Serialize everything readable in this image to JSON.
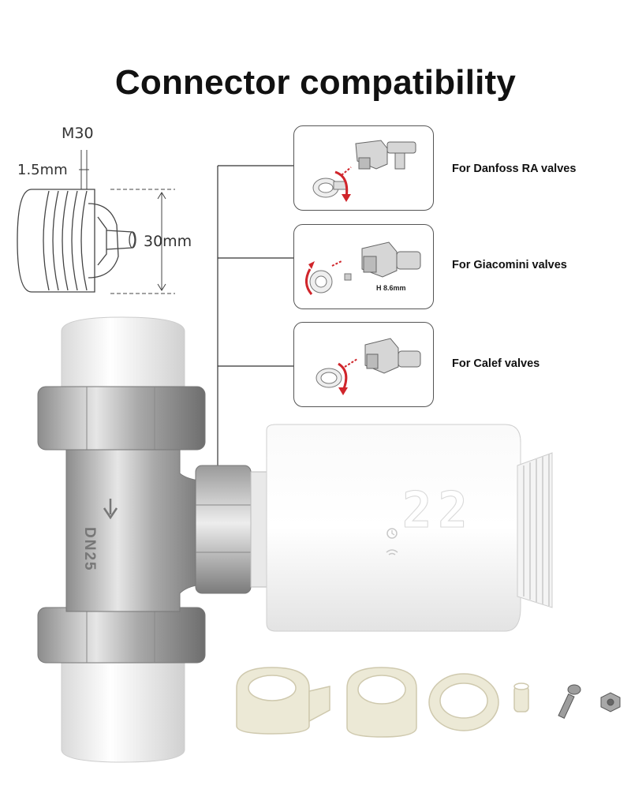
{
  "title": "Connector compatibility",
  "dimensions": {
    "thread": "M30",
    "pitch": "1.5mm",
    "diameter": "30mm"
  },
  "valves": [
    {
      "label": "For Danfoss RA valves"
    },
    {
      "label": "For Giacomini valves",
      "note": "H 8.6mm"
    },
    {
      "label": "For Calef valves"
    }
  ],
  "valve_body_marking": "DN25",
  "thermostat_display": "22",
  "colors": {
    "accent_arrow": "#d0252b",
    "brass_nickel": "#b9b9b9",
    "adapter_cream": "#ece9d6",
    "pipe_white": "#f3f3f3"
  }
}
